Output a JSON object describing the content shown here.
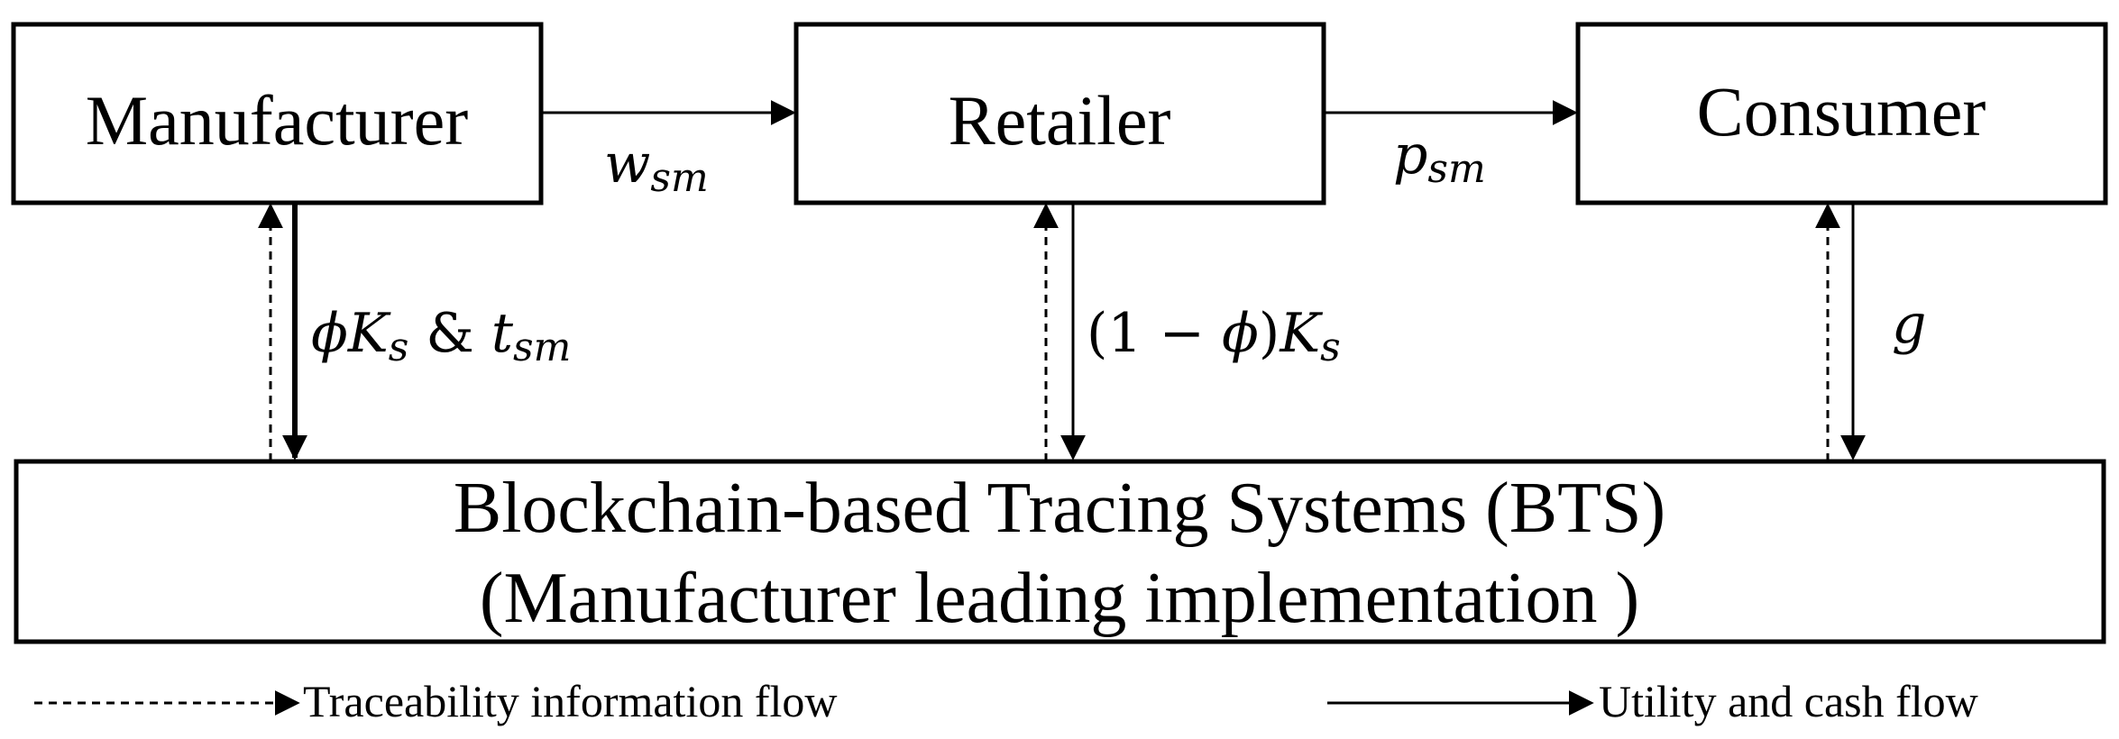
{
  "nodes": {
    "manufacturer": "Manufacturer",
    "retailer": "Retailer",
    "consumer": "Consumer",
    "bts_line1": "Blockchain-based Tracing Systems (BTS)",
    "bts_line2": "(Manufacturer leading implementation )"
  },
  "edges": {
    "w_base": "w",
    "w_sub": "sm",
    "p_base": "p",
    "p_sub": "sm",
    "phi": "ϕ",
    "K": "K",
    "K_sub": "s",
    "amp": " & ",
    "t_base": "t",
    "t_sub": "sm",
    "one_minus_open": "(1 − ",
    "one_minus_close": ")",
    "g": "g"
  },
  "legend": {
    "traceability": "Traceability information flow",
    "utility": "Utility and cash flow"
  }
}
